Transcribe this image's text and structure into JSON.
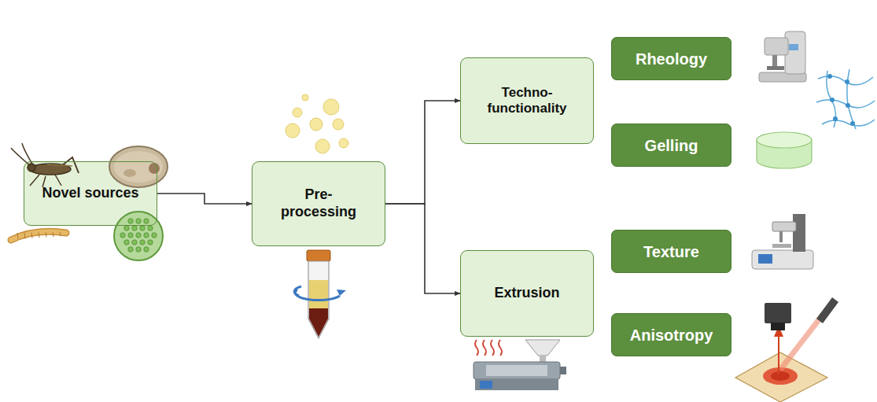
{
  "diagram": {
    "nodes": [
      {
        "text": [
          "Novel sources"
        ]
      },
      {
        "text": [
          "Pre- processing"
        ]
      },
      {
        "text": [
          "Techno- functionality"
        ]
      },
      {
        "text": [
          "Extrusion"
        ]
      },
      {
        "text": [
          "Rheology"
        ]
      },
      {
        "text": [
          "Gelling"
        ]
      },
      {
        "text": [
          "Texture"
        ]
      },
      {
        "text": [
          "Anisotropy"
        ]
      }
    ],
    "edges": [
      {
        "from": 0,
        "to": 1,
        "arrow": "to"
      },
      {
        "from": 1,
        "to": 2,
        "arrow": "to"
      },
      {
        "from": 1,
        "to": 3,
        "arrow": "to"
      }
    ]
  }
}
